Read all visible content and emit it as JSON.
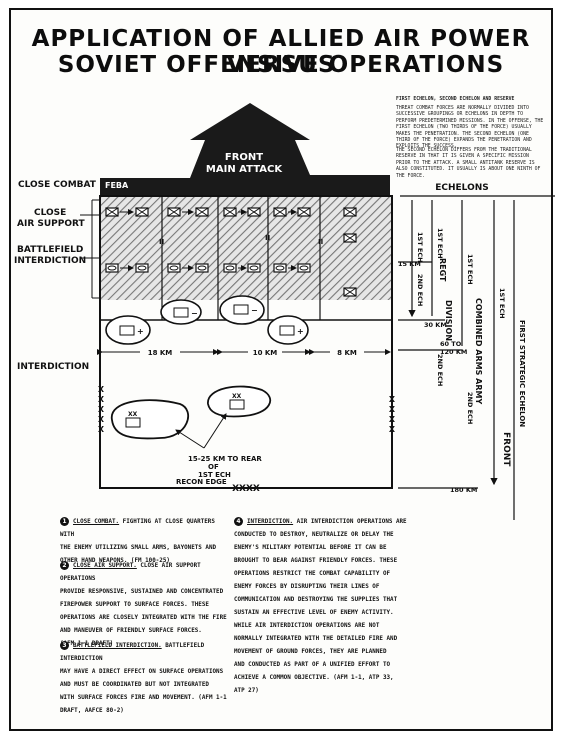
{
  "title": {
    "line1": "APPLICATION OF ALLIED AIR POWER VERSUS",
    "line2": "SOVIET OFFENSIVE OPERATIONS"
  },
  "left_labels": {
    "close_combat": "CLOSE COMBAT",
    "close_air_support_1": "CLOSE",
    "close_air_support_2": "AIR SUPPORT",
    "battlefield_1": "BATTLEFIELD",
    "battlefield_2": "INTERDICTION",
    "interdiction": "INTERDICTION"
  },
  "diagram": {
    "front_1": "FRONT",
    "front_2": "MAIN ATTACK",
    "feba": "FEBA",
    "echelons": "ECHELONS",
    "dist_18": "18 KM",
    "dist_10": "10 KM",
    "dist_8": "8 KM",
    "rear_note_1": "15-25 KM TO REAR",
    "rear_note_2": "OF",
    "rear_note_3": "1ST ECH",
    "recon_edge": "RECON EDGE",
    "army_boundary": "XXXX",
    "front_boundary": "XXXXX",
    "unit_x": "X",
    "unit_xx": "XX",
    "unit_ii": "II",
    "plus": "+",
    "minus": "−",
    "regt": "REGT",
    "first_ech": "1ST ECH",
    "second_ech": "2ND ECH",
    "km_15": "15 KM",
    "km_30": "30 KM",
    "km_60_120_1": "60 TO",
    "km_60_120_2": "120 KM",
    "km_180": "180 KM",
    "division": "DIVISION",
    "combined_arms_army": "COMBINED ARMS ARMY",
    "front": "FRONT",
    "first_strategic_echelon": "FIRST STRATEGIC ECHELON"
  },
  "note": {
    "heading": "FIRST ECHELON, SECOND ECHELON AND RESERVE",
    "para1": "THREAT COMBAT FORCES ARE NORMALLY DIVIDED INTO SUCCESSIVE GROUPINGS OR ECHELONS IN DEPTH TO PERFORM PREDETERMINED MISSIONS. IN THE OFFENSE, THE FIRST ECHELON (TWO THIRDS OF THE FORCE) USUALLY MAKES THE PENETRATION. THE SECOND ECHELON (ONE THIRD OF THE FORCE) EXPANDS THE PENETRATION AND EXPLOITS THE SUCCESS.",
    "para2": "THE SECOND ECHELON DIFFERS FROM THE TRADITIONAL RESERVE IN THAT IT IS GIVEN A SPECIFIC MISSION PRIOR TO THE ATTACK. A SMALL ANTITANK RESERVE IS ALSO CONSTITUTED. IT USUALLY IS ABOUT ONE NINTH OF THE FORCE."
  },
  "legend": [
    {
      "num": "1",
      "term": "CLOSE COMBAT.",
      "lines": [
        "FIGHTING AT CLOSE QUARTERS WITH",
        "THE ENEMY UTILIZING SMALL ARMS, BAYONETS AND",
        "OTHER HAND WEAPONS. (FM 100-25)"
      ]
    },
    {
      "num": "2",
      "term": "CLOSE AIR SUPPORT.",
      "lines": [
        "CLOSE AIR SUPPORT OPERATIONS",
        "PROVIDE RESPONSIVE, SUSTAINED AND CONCENTRATED",
        "FIREPOWER SUPPORT TO SURFACE FORCES. THESE",
        "OPERATIONS ARE CLOSELY INTEGRATED WITH THE FIRE",
        "AND MANEUVER OF FRIENDLY SURFACE FORCES.",
        "(AFM 1-1 DRAFT)"
      ]
    },
    {
      "num": "3",
      "term": "BATTLEFIELD INTERDICTION.",
      "lines": [
        "BATTLEFIELD INTERDICTION",
        "MAY HAVE A DIRECT EFFECT ON SURFACE OPERATIONS",
        "AND MUST BE COORDINATED BUT NOT INTEGRATED",
        "WITH SURFACE FORCES FIRE AND MOVEMENT. (AFM 1-1",
        "DRAFT, AAFCE 80-2)"
      ]
    },
    {
      "num": "4",
      "term": "INTERDICTION.",
      "lines": [
        "AIR INTERDICTION OPERATIONS ARE",
        "CONDUCTED TO DESTROY, NEUTRALIZE OR DELAY THE",
        "ENEMY'S MILITARY POTENTIAL BEFORE IT CAN BE",
        "BROUGHT TO BEAR AGAINST FRIENDLY FORCES. THESE",
        "OPERATIONS RESTRICT THE COMBAT CAPABILITY OF",
        "ENEMY FORCES BY DISRUPTING THEIR LINES OF",
        "COMMUNICATION AND DESTROYING THE SUPPLIES THAT",
        "SUSTAIN AN EFFECTIVE LEVEL OF ENEMY ACTIVITY.",
        "WHILE AIR INTERDICTION OPERATIONS ARE NOT",
        "NORMALLY INTEGRATED WITH THE DETAILED FIRE AND",
        "MOVEMENT OF GROUND FORCES, THEY ARE PLANNED",
        "AND CONDUCTED AS PART OF A UNIFIED EFFORT TO",
        "ACHIEVE A COMMON OBJECTIVE. (AFM 1-1, ATP 33,",
        "ATP 27)"
      ]
    }
  ]
}
